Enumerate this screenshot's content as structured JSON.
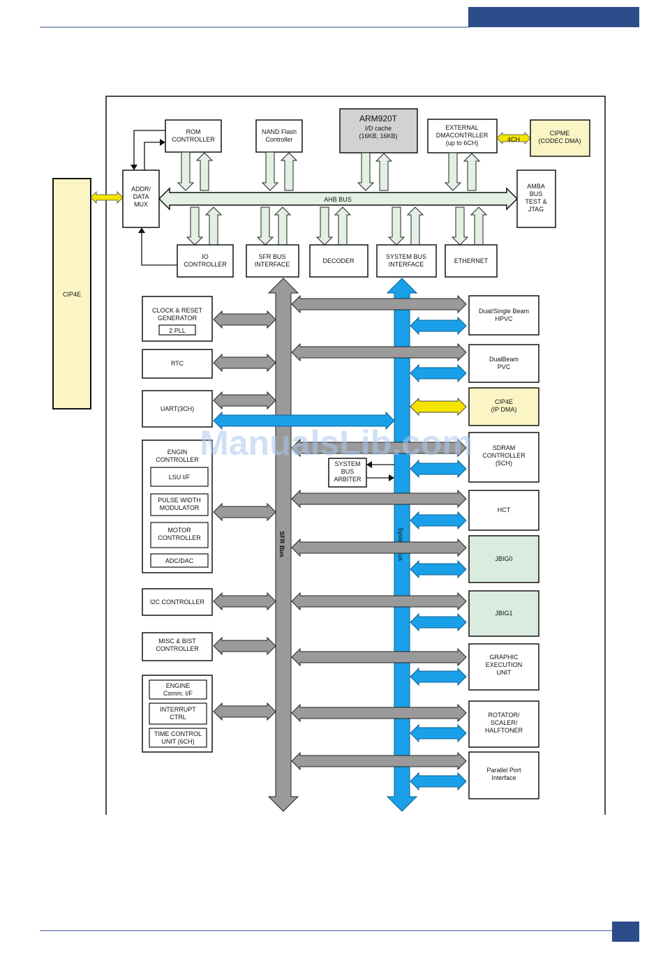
{
  "blocks": {
    "cip4e_side": "CIP4E",
    "rom": [
      "ROM",
      "CONTROLLER"
    ],
    "nand": [
      "NAND Flash",
      "Controller"
    ],
    "arm": [
      "ARM920T",
      "I/D cache",
      "(16KB, 16KB)"
    ],
    "dma": [
      "EXTERNAL",
      "DMACONTRLLER",
      "(up to 6CH)"
    ],
    "ch4": "4CH",
    "cipme": [
      "CIPME",
      "(CODEC DMA)"
    ],
    "addr": [
      "ADDR/",
      "DATA",
      "MUX"
    ],
    "ahb": "AHB BUS",
    "amba": [
      "AMBA",
      "BUS",
      "TEST &",
      "JTAG"
    ],
    "io": [
      "IO",
      "CONTROLLER"
    ],
    "sfr_if": [
      "SFR BUS",
      "INTERFACE"
    ],
    "decoder": "DECODER",
    "sys_if": [
      "SYSTEM BUS",
      "INTERFACE"
    ],
    "ethernet": "ETHERNET",
    "clock": [
      "CLOCK & RESET",
      "GENERATOR"
    ],
    "pll": "2 PLL",
    "rtc": "RTC",
    "uart": "UART(3CH)",
    "engine": [
      "ENGIN",
      "CONTROLLER"
    ],
    "lsu": "LSU I/F",
    "pwm": [
      "PULSE WIDTH",
      "MODULATOR"
    ],
    "motor": [
      "MOTOR",
      "CONTROLLER"
    ],
    "adc": "ADC/DAC",
    "i2c": "I2C CONTROLLER",
    "misc": [
      "MISC & BIST",
      "CONTROLLER"
    ],
    "eng_comm": [
      "ENGINE",
      "Comm. I/F"
    ],
    "interrupt": [
      "INTERRUPT",
      "CTRL"
    ],
    "timer": [
      "TIME CONTROL",
      "UNIT (6CH)"
    ],
    "sfr_bus": "SFR Bus",
    "system_bus": "System Bus",
    "arbiter": [
      "SYSTEM",
      "BUS",
      "ARBITER"
    ],
    "hpvc": [
      "Dual/Single Beam",
      "HPVC"
    ],
    "pvc": [
      "DualBeam",
      "PVC"
    ],
    "cip4e_dma": [
      "CIP4E",
      "(IP DMA)"
    ],
    "sdram": [
      "SDRAM",
      "CONTROLLER",
      "(5CH)"
    ],
    "hct": "HCT",
    "jbig0": "JBIG0",
    "jbig1": "JBIG1",
    "geu": [
      "GRAPHIC",
      "EXECUTION",
      "UNIT"
    ],
    "rotator": [
      "ROTATOR/",
      "SCALER/",
      "HALFTONER"
    ],
    "parallel": [
      "Parallel Port",
      "Interface"
    ]
  },
  "watermark": "ManualsLib.com",
  "colors": {
    "header_bar": "#2d4d8a",
    "gray_bus": "#9a9a9a",
    "blue_bus": "#1aa0e8",
    "yellow": "#f5e400",
    "cream": "#fbf5c6",
    "light_green": "#d9ecdf",
    "arm_gray": "#d2d2d2",
    "ahb_fill": "#e3f0e3"
  }
}
